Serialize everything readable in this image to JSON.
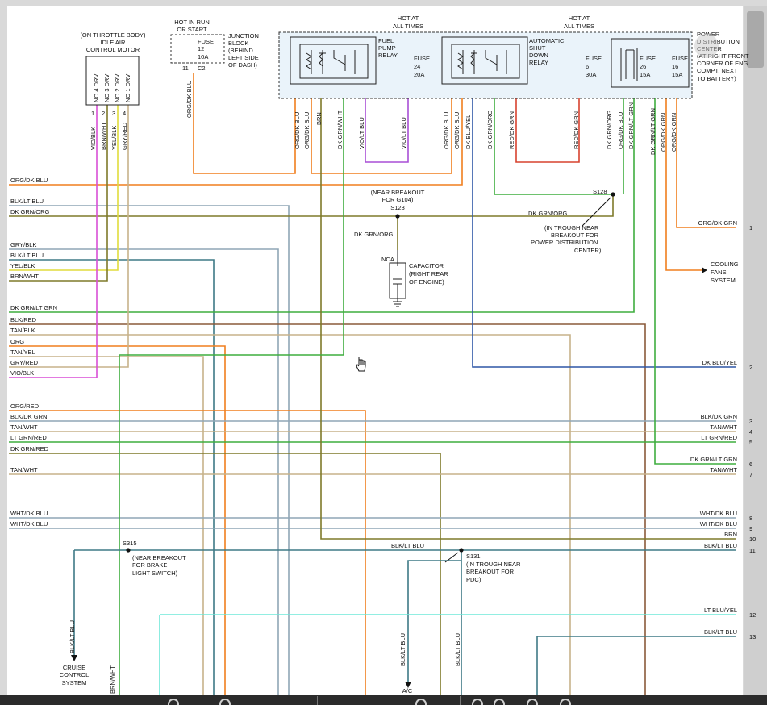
{
  "components": {
    "iac_motor": {
      "title": [
        "(ON THROTTLE BODY)",
        "IDLE AIR",
        "CONTROL MOTOR"
      ],
      "pins": [
        "NO 4 DRV",
        "NO 3 DRV",
        "NO 2 DRV",
        "NO 1 DRV"
      ],
      "pin_numbers": [
        "1",
        "2",
        "3",
        "4"
      ],
      "wire_labels": [
        "VIO/BLK",
        "BRN/WHT",
        "YEL/BLK",
        "GRY/RED"
      ]
    },
    "hot_run_start": [
      "HOT IN RUN",
      "OR START"
    ],
    "fuse12": {
      "lines": [
        "FUSE",
        "12",
        "10A"
      ],
      "pin_left": "11",
      "pin_right": "C2"
    },
    "junction_block": [
      "JUNCTION",
      "BLOCK",
      "(BEHIND",
      "LEFT SIDE",
      "OF DASH)"
    ],
    "hot_all_times_1": [
      "HOT AT",
      "ALL TIMES"
    ],
    "hot_all_times_2": [
      "HOT AT",
      "ALL TIMES"
    ],
    "fuel_pump_relay": [
      "FUEL",
      "PUMP",
      "RELAY"
    ],
    "fuse24": [
      "FUSE",
      "24",
      "20A"
    ],
    "asd_relay": [
      "AUTOMATIC",
      "SHUT",
      "DOWN",
      "RELAY"
    ],
    "fuse6": [
      "FUSE",
      "6",
      "30A"
    ],
    "fuse26": [
      "FUSE",
      "26",
      "15A"
    ],
    "fuse16": [
      "FUSE",
      "16",
      "15A"
    ],
    "pdc": [
      "POWER",
      "DISTRIBUTION",
      "CENTER",
      "(AT RIGHT FRONT",
      "CORNER OF ENG",
      "COMPT, NEXT",
      "TO BATTERY)"
    ],
    "s123": {
      "lines": [
        "(NEAR BREAKOUT",
        "FOR G104)"
      ],
      "name": "S123"
    },
    "s128": {
      "name": "S128",
      "lines": [
        "(IN TROUGH NEAR",
        "BREAKOUT FOR",
        "POWER DISTRIBUTION",
        "CENTER)"
      ]
    },
    "capacitor": {
      "lines": [
        "CAPACITOR",
        "(RIGHT REAR",
        "OF ENGINE)"
      ],
      "nca": "NCA",
      "wire": "DK GRN/ORG"
    },
    "cooling_fans": [
      "COOLING",
      "FANS",
      "SYSTEM"
    ],
    "s315": {
      "name": "S315",
      "lines": [
        "(NEAR BREAKOUT",
        "FOR BRAKE",
        "LIGHT SWITCH)"
      ]
    },
    "s131": {
      "name": "S131",
      "lines": [
        "(IN TROUGH NEAR",
        "BREAKOUT FOR",
        "PDC)"
      ]
    },
    "cruise": [
      "CRUISE",
      "CONTROL",
      "SYSTEM"
    ],
    "ac": "A/C"
  },
  "vertical_labels": {
    "org_dk_blu_fuse12": "ORG/DK BLU",
    "fp_1": "ORG/DK BLU",
    "fp_2": "ORG/DK BLU",
    "fp_3": "BRN",
    "fp_4": "DK GRN/WHT",
    "fp_5": "VIO/LT BLU",
    "fp_6": "VIO/LT BLU",
    "asd_1": "ORG/DK BLU",
    "asd_2": "ORG/DK BLU",
    "asd_3": "DK BLU/YEL",
    "asd_4": "DK GRN/ORG",
    "asd_5": "RED/DK GRN",
    "asd_6": "RED/DK GRN",
    "pdc_1": "DK GRN/ORG",
    "pdc_2": "ORG/DK BLU",
    "pdc_3": "DK GRN/LT GRN",
    "pdc_4": "DK GRN/LT GRN",
    "pdc_5": "ORG/DK GRN",
    "pdc_6": "ORG/DK GRN",
    "cruise_wire": "BLK/LT BLU",
    "ac_wire1": "BLK/LT BLU",
    "ac_wire2": "BLK/LT BLU",
    "bottom_wire": "BRN/WHT"
  },
  "left_wires": [
    "ORG/DK BLU",
    "BLK/LT BLU",
    "DK GRN/ORG",
    "GRY/BLK",
    "BLK/LT BLU",
    "YEL/BLK",
    "BRN/WHT",
    "DK GRN/LT GRN",
    "BLK/RED",
    "TAN/BLK",
    "ORG",
    "TAN/YEL",
    "GRY/RED",
    "VIO/BLK",
    "ORG/RED",
    "BLK/DK GRN",
    "TAN/WHT",
    "LT GRN/RED",
    "DK GRN/RED",
    "TAN/WHT",
    "WHT/DK BLU",
    "WHT/DK BLU"
  ],
  "mid_labels": {
    "dk_grn_org": "DK GRN/ORG",
    "blk_lt_blu_s131": "BLK/LT BLU"
  },
  "right_wires": [
    "ORG/DK GRN",
    "DK BLU/YEL",
    "BLK/DK GRN",
    "TAN/WHT",
    "LT GRN/RED",
    "DK GRN/LT GRN",
    "TAN/WHT",
    "WHT/DK BLU",
    "WHT/DK BLU",
    "BRN",
    "BLK/LT BLU",
    "LT BLU/YEL",
    "BLK/LT BLU"
  ],
  "right_pins": [
    "1",
    "2",
    "3",
    "4",
    "5",
    "6",
    "7",
    "8",
    "9",
    "10",
    "11",
    "12",
    "13"
  ],
  "colors": {
    "orange": "#f07f1e",
    "olive": "#7e7a2a",
    "slate": "#8fa6b6",
    "green": "#3fad3f",
    "magenta": "#d84fd6",
    "yellow": "#e0dc3c",
    "violet": "#a84fd6",
    "red": "#d7422f",
    "navy": "#2e56a6",
    "teal": "#3e7a86",
    "tan": "#c7b28a",
    "aqua": "#6fe8d8",
    "brown": "#8a5a3a"
  }
}
